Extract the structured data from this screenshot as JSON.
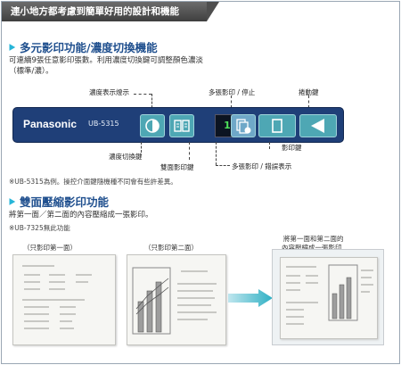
{
  "header": {
    "title": "連小地方都考慮到簡單好用的設計和機能"
  },
  "section1": {
    "title": "多元影印功能/濃度切換機能",
    "desc_line1": "可連續9張任意影印張數。利用濃度切換鍵可調整顏色濃淡",
    "desc_line2": "（標準/濃）。"
  },
  "panel": {
    "brand": "Panasonic",
    "model": "UB-5315",
    "display_value": "1"
  },
  "callouts": {
    "density_indicator": "濃度表示燈示",
    "multi_copy_stop": "多張影印 / 停止",
    "scroll_key": "捲動鍵",
    "density_switch": "濃度切換鍵",
    "duplex_copy_key": "雙面影印鍵",
    "multi_copy_error": "多張影印 / 錯誤表示",
    "copy_key": "影印鍵"
  },
  "note1": "※UB-5315為例。操控介面鍵隨機種不同會有些許差異。",
  "section2": {
    "title": "雙面壓縮影印功能",
    "desc": "將第一面／第二面的內容壓縮成一張影印。",
    "note": "※UB-7325無此功能"
  },
  "captions": {
    "first_side": "（只影印第一面）",
    "second_side": "（只影印第二面）",
    "combined_line1": "將第一面和第二面的",
    "combined_line2": "內容壓縮成一張影印"
  },
  "colors": {
    "title_blue": "#1f4f8e",
    "panel_navy": "#1f3f78",
    "key_teal": "#4ea7b4",
    "arrow_teal": "#2fb0c4"
  }
}
